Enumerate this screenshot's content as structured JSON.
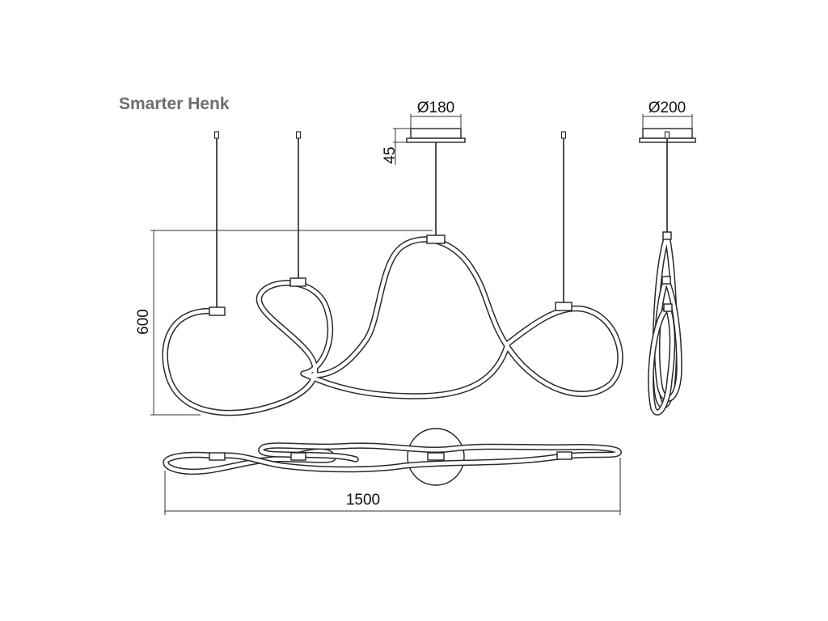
{
  "product": {
    "name": "Smarter Henk"
  },
  "dimensions": {
    "canopy_front_diameter": "Ø180",
    "canopy_side_diameter": "Ø200",
    "canopy_height": "45",
    "fixture_height": "600",
    "overall_length": "1500"
  }
}
